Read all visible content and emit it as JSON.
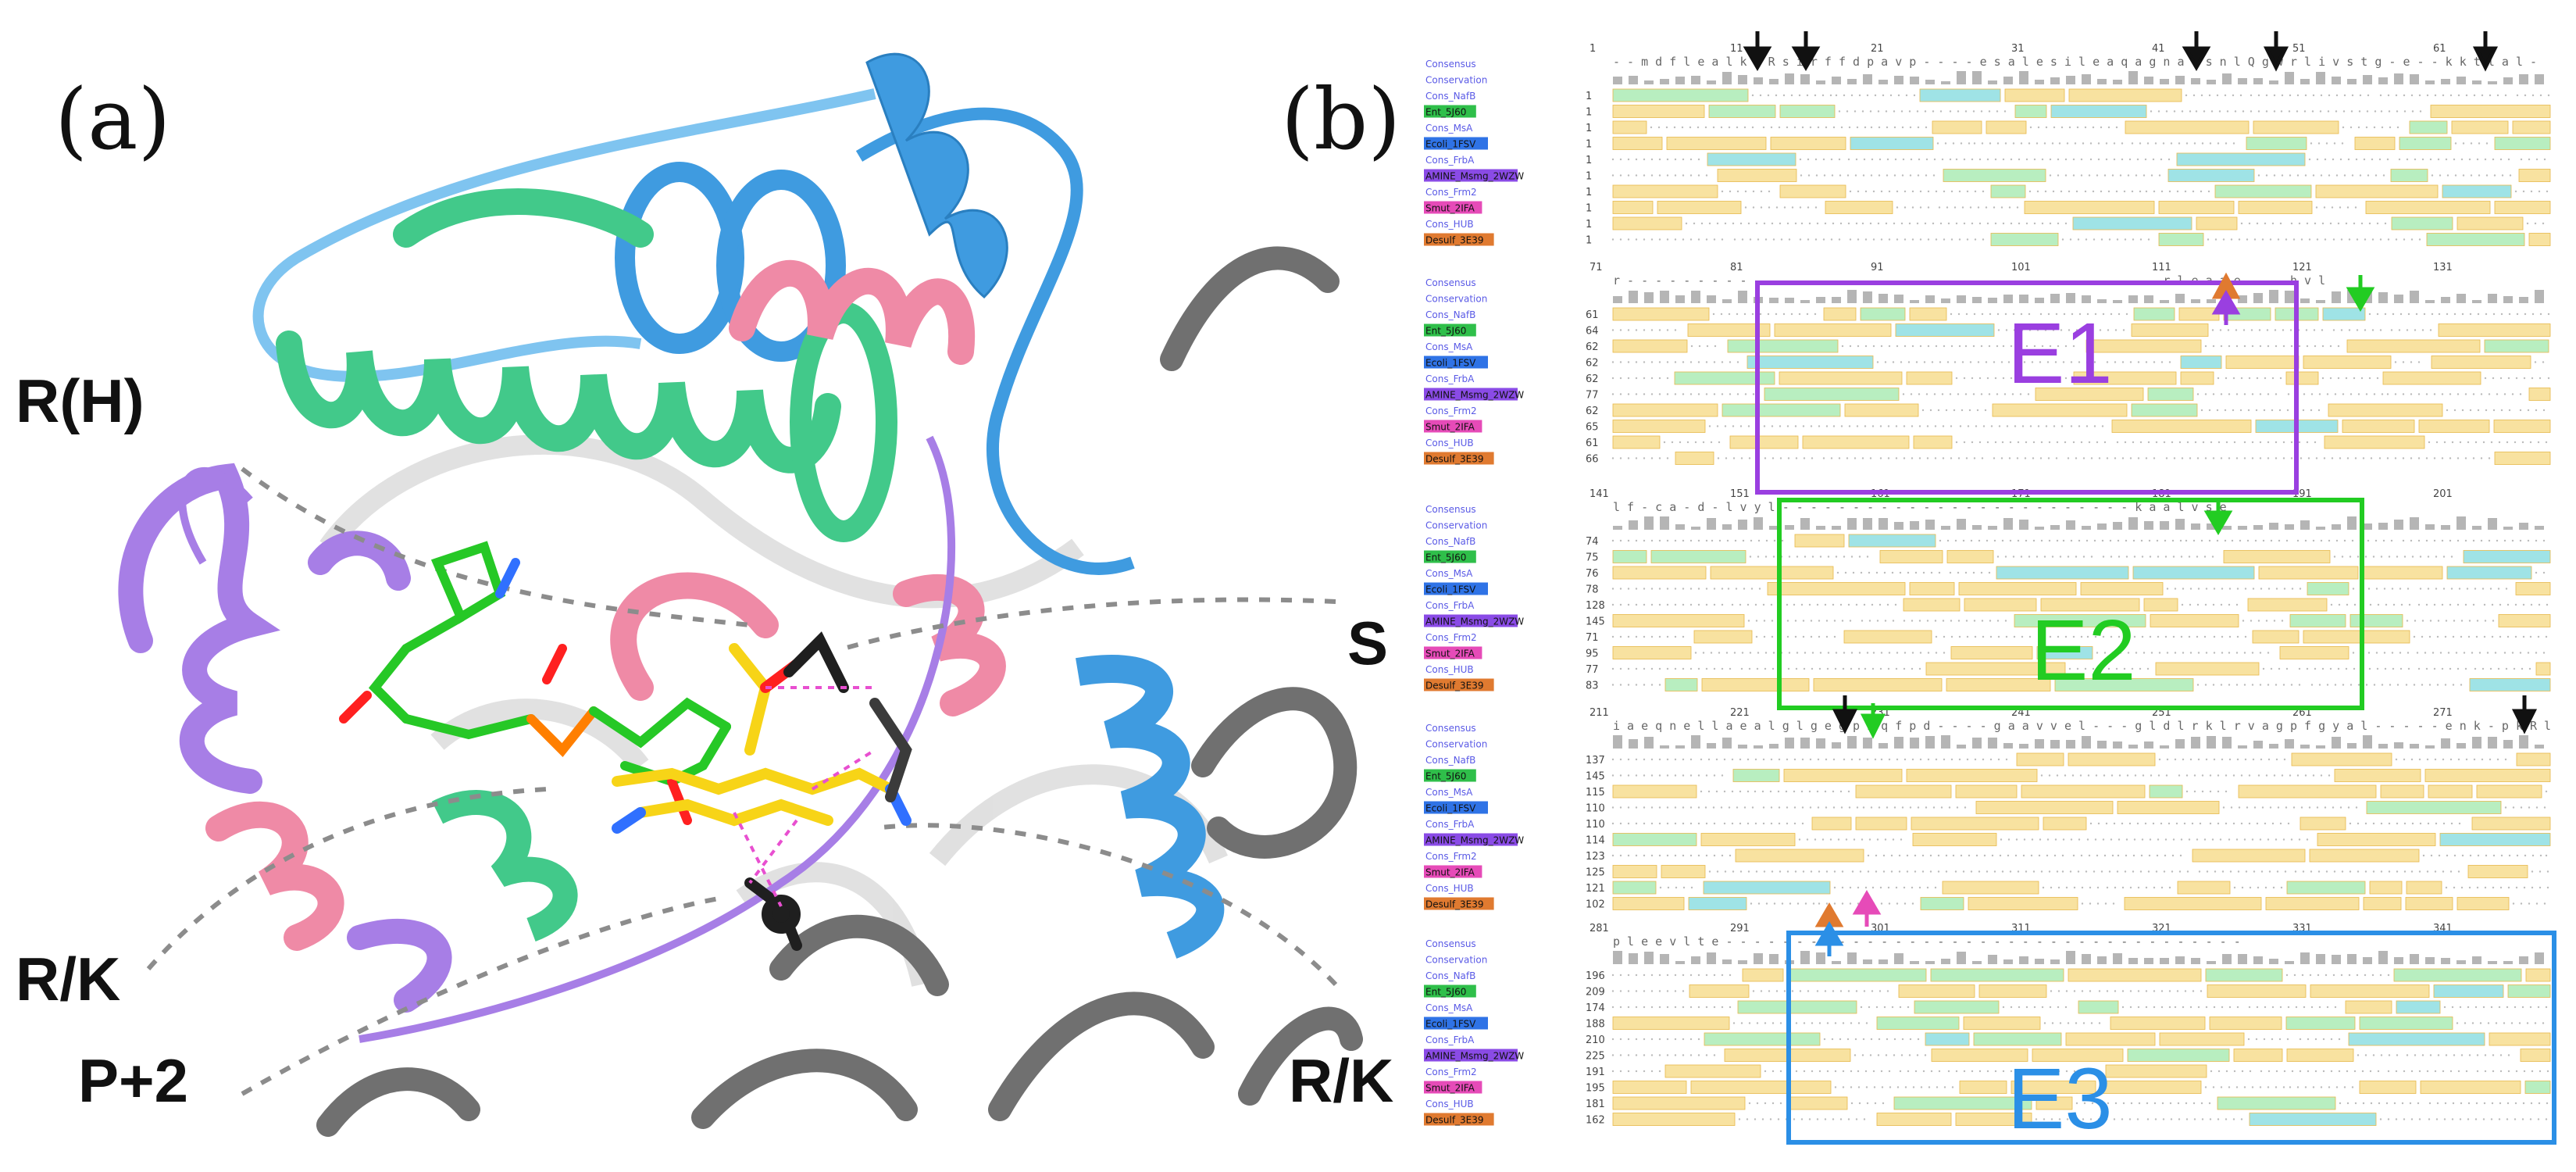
{
  "panel_a": {
    "letter": "(a)",
    "site_labels": {
      "rh": "R(H)",
      "rk_left": "R/K",
      "p2": "P+2",
      "s": "S",
      "rk_right": "R/K"
    },
    "colors": {
      "blue_helix": "#3f9be0",
      "green_helix": "#42c98a",
      "pink_helix": "#ef8aa6",
      "purple_helix": "#a77ee6",
      "gray_helix": "#707070",
      "fad_yellow": "#f7d417",
      "nad_green": "#26c826"
    }
  },
  "panel_b": {
    "letter": "(b)",
    "sequence_names": [
      "Consensus",
      "Conservation",
      "Cons_NafB",
      "Ent_5J60",
      "Cons_MsA",
      "Ecoli_1FSV",
      "Cons_FrbA",
      "AMINE_Msmg_2WZW",
      "Cons_Frm2",
      "Smut_2IFA",
      "Cons_HUB",
      "Desulf_3E39"
    ],
    "name_colors": [
      "#5a5ae6",
      "#5a5ae6",
      "#5a5ae6",
      "#2fbf4a",
      "#5a5ae6",
      "#2f73e6",
      "#5a5ae6",
      "#8a4be6",
      "#5a5ae6",
      "#e64bb8",
      "#5a5ae6",
      "#e07a30"
    ],
    "block_starts": [
      [
        "1",
        "1",
        "1",
        "1",
        "1",
        "1",
        "1",
        "1",
        "1",
        "1"
      ],
      [
        "61",
        "64",
        "62",
        "62",
        "62",
        "77",
        "62",
        "65",
        "61",
        "66"
      ],
      [
        "74",
        "75",
        "76",
        "78",
        "128",
        "145",
        "71",
        "95",
        "77",
        "83"
      ],
      [
        "137",
        "145",
        "115",
        "110",
        "110",
        "114",
        "123",
        "125",
        "121",
        "102"
      ],
      [
        "196",
        "209",
        "174",
        "188",
        "210",
        "225",
        "191",
        "195",
        "181",
        "162"
      ]
    ],
    "rulers": [
      [
        "1",
        "11",
        "21",
        "31",
        "41",
        "51",
        "61"
      ],
      [
        "71",
        "81",
        "91",
        "101",
        "111",
        "121",
        "131"
      ],
      [
        "141",
        "151",
        "161",
        "171",
        "181",
        "191",
        "201"
      ],
      [
        "211",
        "221",
        "231",
        "241",
        "251",
        "261",
        "271"
      ],
      [
        "281",
        "291",
        "301",
        "311",
        "321",
        "331",
        "341"
      ]
    ],
    "consensus_rows": [
      "- - m d f l e a l k g R s i r f f d p a v p -   - - - e s a l e s i l e a q a g n a t s n l Q g w r l i v s t g -   e - - k k t l a l -",
      "r - - - - - - - - - - - - - - - - - - - - - - - - - - - - - - - - - - - - - -   r l e a a e - - - h v l",
      "l f - c a - d         - l v y l         - - - - - - - - - - - - - - - - - - - - - - -   - - k a a l v s e",
      "i a e q n e l l a e a l g l g e g p h q f p d - - - - g a a v v e l - - - g l d l r k l r v a g p f g y a l - - - - - e n k - p k R l",
      "p l e e v l t e - - - - - - - - - - - - - - - - - - - - - - - - - - - - - - - - - - - - -"
    ],
    "regions": {
      "e1": "E1",
      "e2": "E2",
      "e3": "E3"
    },
    "region_colors": {
      "e1": "#9a3fe0",
      "e2": "#22cc22",
      "e3": "#2b8fe6"
    },
    "highlight_colors": {
      "yellow": "#f8e2a0",
      "green": "#b8eec0",
      "teal": "#9fe3e6"
    }
  }
}
